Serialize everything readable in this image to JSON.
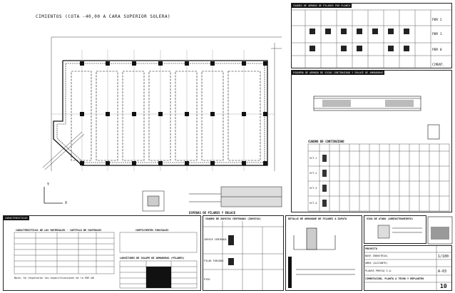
{
  "plan": {
    "title": "CIMIENTOS (COTA -40,00 A CARA SUPERIOR SOLERA)",
    "axis_y": "Y",
    "axis_x": "X"
  },
  "column_table": {
    "title": "CUADRO DE ARMADO DE PILARES POR PLANTA",
    "rows": [
      "PDR 2",
      "PDR 1",
      "PDR 0",
      "CIMENT."
    ]
  },
  "beam_detail": {
    "title": "ESQUEMA DE ARMADO DE VIGAS CONTINUIDAD Y ENLACE DE ARMADURAS"
  },
  "beam_table": {
    "title": "CUADRO DE CONTINUIDAD",
    "rows": [
      "VCT-1",
      "VCT-2",
      "VCT-3",
      "VCT-4"
    ]
  },
  "section": {
    "caption": "ESPERAS DE PILARES Y ENLACE"
  },
  "notes": {
    "label": "CARACTERISTICAS",
    "materials_title": "CARACTERISTICAS DE LOS MATERIALES - CAPITULO DE CONTROLES",
    "control_title": "COEFICIENTES PARCIALES",
    "anchor_title": "LONGITUDES DE SOLAPE DE ARMADURAS (PILARES)",
    "footer": "Nota: Se respetaran las especificaciones de la EHE-08"
  },
  "footing_table": {
    "title": "CUADRO DE ZAPATAS CENTRADAS (ZAPATAS)",
    "rows": [
      "ZAPATA CENTRADA",
      "PILAR FORJADO",
      "PISO"
    ]
  },
  "corner_detail": {
    "title": "DETALLE DE ARRANQUE DE PILARES A ZAPATA"
  },
  "tie_detail": {
    "title": "VIGA DE ATADO (ARRIOSTRAMIENTO)"
  },
  "cartouche": {
    "header": "PROYECTO",
    "project": "NAVE INDUSTRIAL",
    "client": "OBRA (ALICANTE)",
    "company": "PLANTA PREVIA S.A.",
    "drawing": "CIMENTACION, PLANTA A TECHO Y REPLANTEO",
    "scale": "1/100",
    "code": "A-03",
    "sheet": "10"
  }
}
